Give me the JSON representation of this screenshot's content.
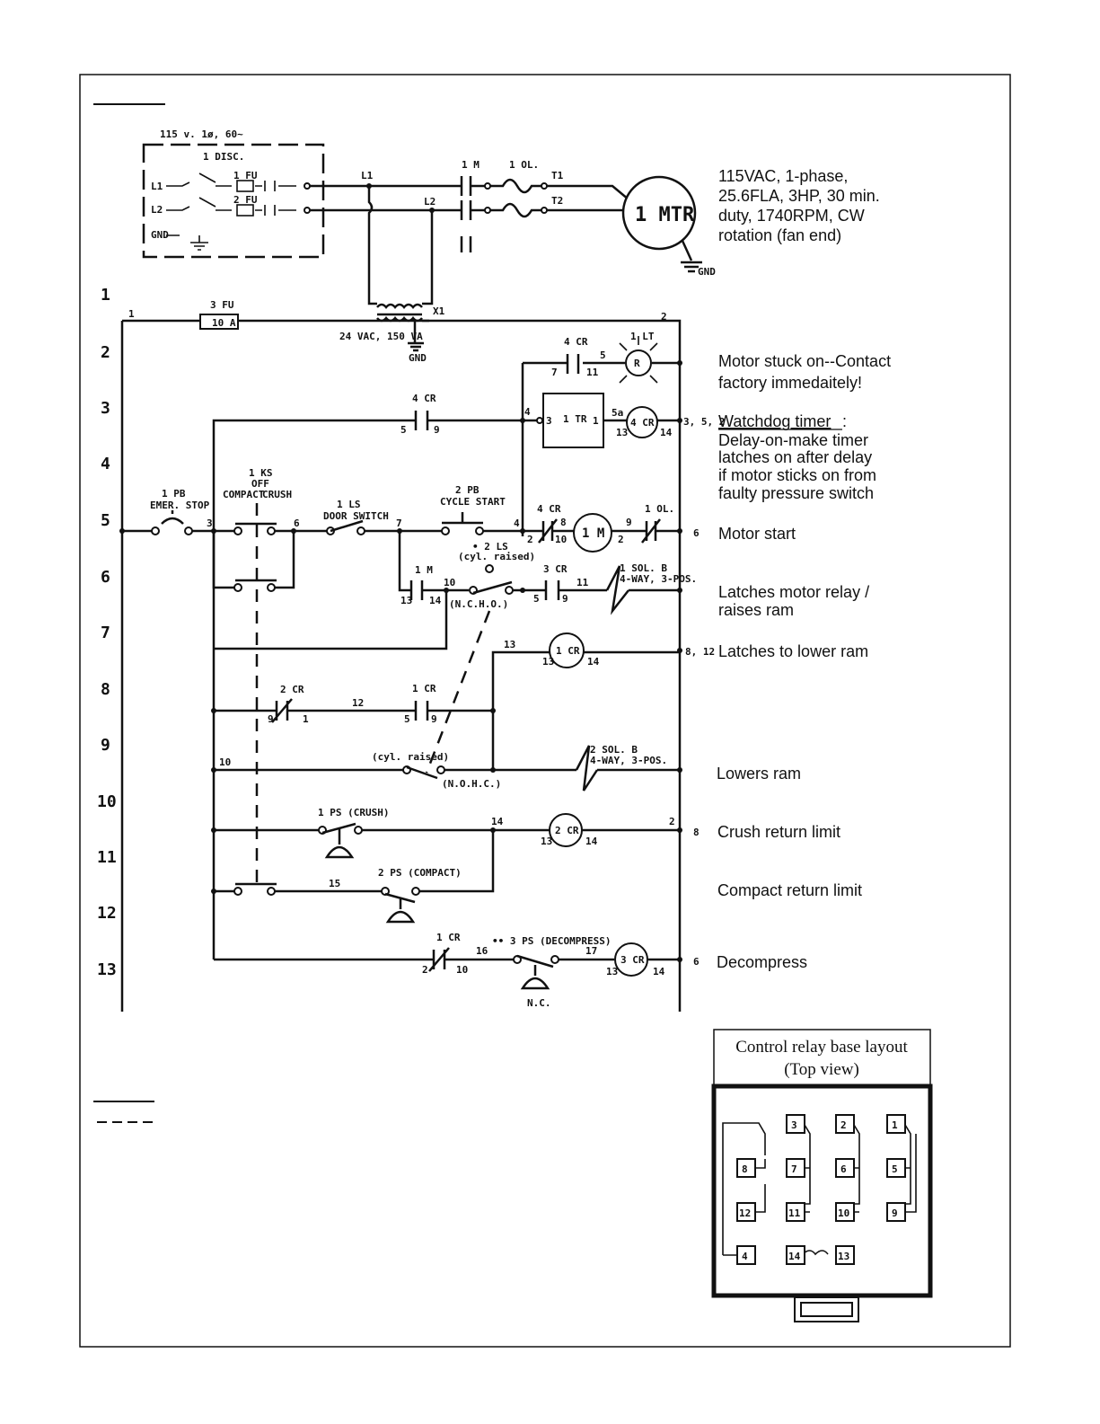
{
  "header_underline_text": "",
  "supply": {
    "label": "115 v. 1ø, 60~",
    "disconnect": "1 DISC.",
    "l1": "L1",
    "l2": "L2",
    "gnd": "GND",
    "fuse1": "1 FU",
    "fuse2": "2 FU"
  },
  "motor_circuit": {
    "l1": "L1",
    "l2": "L2",
    "contactor": "1 M",
    "overload": "1 OL.",
    "t1": "T1",
    "t2": "T2",
    "motor": "1 MTR",
    "gnd": "GND"
  },
  "transformer": {
    "fuse": "3 FU",
    "fuse_rating": "10 A",
    "rating": "24 VAC, 150 VA",
    "x1": "X1",
    "gnd": "GND"
  },
  "motor_note": [
    "115VAC, 1-phase,",
    "25.6FLA, 3HP, 30 min.",
    "duty, 1740RPM, CW",
    "rotation (fan end)"
  ],
  "rungs": [
    "1",
    "2",
    "3",
    "4",
    "5",
    "6",
    "7",
    "8",
    "9",
    "10",
    "11",
    "12",
    "13"
  ],
  "descriptions": {
    "r2": [
      "Motor stuck on--Contact",
      "factory immedaitely!"
    ],
    "r3_title": "Watchdog timer",
    "r3_colon": ":",
    "r3_lines": [
      "Delay-on-make timer",
      "latches on after delay",
      "if motor sticks on from",
      "faulty pressure switch"
    ],
    "r5": "Motor start",
    "r6": [
      "Latches motor relay /",
      "raises ram"
    ],
    "r7": "Latches to lower ram",
    "r9": "Lowers ram",
    "r10": "Crush return limit",
    "r11": "Compact return limit",
    "r13": "Decompress"
  },
  "cross_refs": {
    "r3": "3, 5, 2",
    "r5": "6",
    "r7": "8, 12",
    "r10": "8",
    "r13": "6"
  },
  "components": {
    "lt": "1 LT",
    "lt_letter": "R",
    "cr4_r2": "4 CR",
    "cr4_r3": "4 CR",
    "tr": "1 TR",
    "cr4_coil": "4 CR",
    "pb1": [
      "1 PB",
      "EMER. STOP"
    ],
    "ks": [
      "1 KS",
      "OFF",
      "COMPACT",
      "CRUSH"
    ],
    "ls1": [
      "1 LS",
      "DOOR SWITCH"
    ],
    "pb2": [
      "2 PB",
      "CYCLE START"
    ],
    "cr4_r5": "4 CR",
    "m_coil": "1 M",
    "ol_r5": "1 OL.",
    "m_aux": "1 M",
    "ls2": [
      "• 2 LS",
      "(cyl. raised)",
      "(N.C.H.O.)"
    ],
    "cr3_r6": "3 CR",
    "sol1": [
      "1 SOL. B",
      "4-WAY, 3-POS."
    ],
    "cr1_coil": "1 CR",
    "cr2_r8": "2 CR",
    "cr1_r8": "1 CR",
    "ls2_r9": [
      "(cyl. raised)",
      "(N.O.H.C.)"
    ],
    "sol2": [
      "2 SOL. B",
      "4-WAY, 3-POS."
    ],
    "ps1": "1 PS (CRUSH)",
    "cr2_coil": "2 CR",
    "ps2": "2 PS (COMPACT)",
    "cr1_r13": "1 CR",
    "ps3": "•• 3 PS (DECOMPRESS)",
    "ps3_nc": "N.C.",
    "cr3_coil": "3 CR"
  },
  "wire_numbers": {
    "w1": "1",
    "w2": "2",
    "w3": "3",
    "w4": "4",
    "w5": "5",
    "w5a": "5a",
    "w6": "6",
    "w7": "7",
    "w8": "8",
    "w9": "9",
    "w10": "10",
    "w11": "11",
    "w12": "12",
    "w13": "13",
    "w14": "14",
    "w15": "15",
    "w16": "16",
    "w17": "17"
  },
  "relay_layout": {
    "title_line1": "Control relay base layout",
    "title_line2": "(Top view)",
    "terminals_row1": [
      "3",
      "2",
      "1"
    ],
    "terminals_row2": [
      "8",
      "7",
      "6",
      "5"
    ],
    "terminals_row3": [
      "12",
      "11",
      "10",
      "9"
    ],
    "terminals_row4": [
      "4",
      "14",
      "13"
    ]
  }
}
